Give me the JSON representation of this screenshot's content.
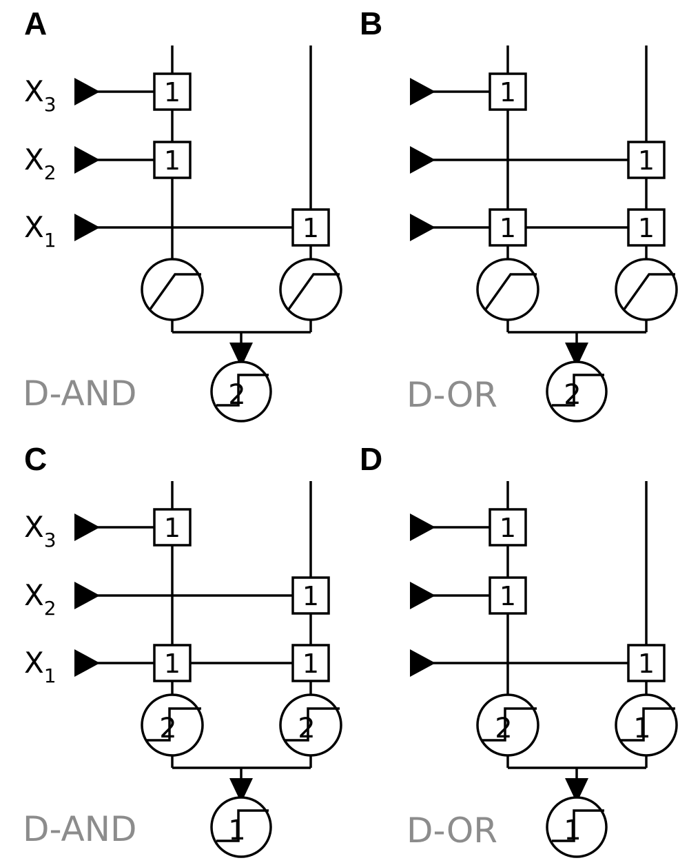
{
  "panels": [
    {
      "letter": "A",
      "gate": "D-AND",
      "inputs": [
        {
          "label": "X",
          "sub": "3",
          "dendrites": [
            0
          ]
        },
        {
          "label": "X",
          "sub": "2",
          "dendrites": [
            0
          ]
        },
        {
          "label": "X",
          "sub": "1",
          "dendrites": [
            1
          ]
        }
      ],
      "synapse_weight": "1",
      "dendrite_units": [
        {
          "kind": "ramp",
          "threshold": ""
        },
        {
          "kind": "ramp",
          "threshold": ""
        }
      ],
      "output_threshold": "2"
    },
    {
      "letter": "B",
      "gate": "D-OR",
      "inputs": [
        {
          "label": "",
          "sub": "",
          "dendrites": [
            0
          ]
        },
        {
          "label": "",
          "sub": "",
          "dendrites": [
            1
          ]
        },
        {
          "label": "",
          "sub": "",
          "dendrites": [
            0,
            1
          ]
        }
      ],
      "synapse_weight": "1",
      "dendrite_units": [
        {
          "kind": "ramp",
          "threshold": ""
        },
        {
          "kind": "ramp",
          "threshold": ""
        }
      ],
      "output_threshold": "2"
    },
    {
      "letter": "C",
      "gate": "D-AND",
      "inputs": [
        {
          "label": "X",
          "sub": "3",
          "dendrites": [
            0
          ]
        },
        {
          "label": "X",
          "sub": "2",
          "dendrites": [
            1
          ]
        },
        {
          "label": "X",
          "sub": "1",
          "dendrites": [
            0,
            1
          ]
        }
      ],
      "synapse_weight": "1",
      "dendrite_units": [
        {
          "kind": "step",
          "threshold": "2"
        },
        {
          "kind": "step",
          "threshold": "2"
        }
      ],
      "output_threshold": "1"
    },
    {
      "letter": "D",
      "gate": "D-OR",
      "inputs": [
        {
          "label": "",
          "sub": "",
          "dendrites": [
            0
          ]
        },
        {
          "label": "",
          "sub": "",
          "dendrites": [
            0
          ]
        },
        {
          "label": "",
          "sub": "",
          "dendrites": [
            1
          ]
        }
      ],
      "synapse_weight": "1",
      "dendrite_units": [
        {
          "kind": "step",
          "threshold": "2"
        },
        {
          "kind": "step",
          "threshold": "1"
        }
      ],
      "output_threshold": "1"
    }
  ]
}
